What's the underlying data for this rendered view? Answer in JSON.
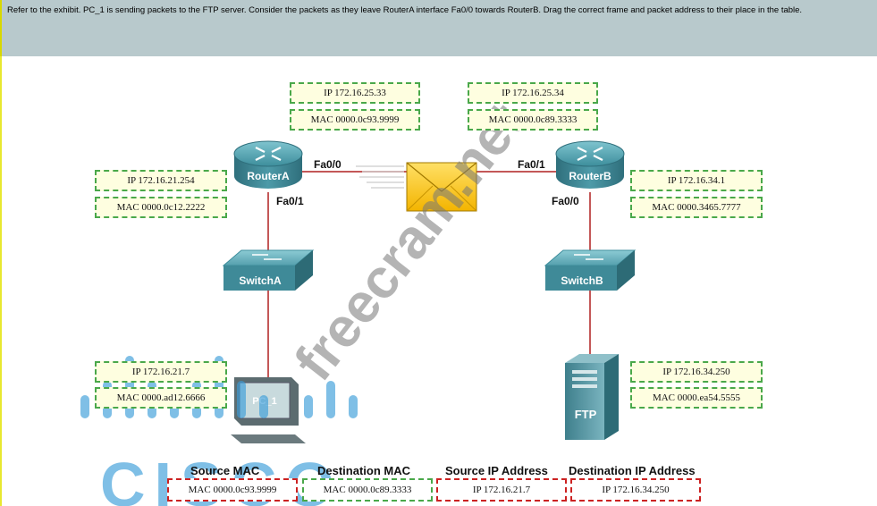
{
  "instructions": "Refer to the exhibit. PC_1 is sending packets to the FTP server. Consider the packets as they leave RouterA interface Fa0/0 towards RouterB. Drag the correct frame and packet address to their place in the table.",
  "routerA": {
    "name": "RouterA",
    "fa00": "Fa0/0",
    "fa01": "Fa0/1",
    "fa00_ip": "IP 172.16.25.33",
    "fa00_mac": "MAC 0000.0c93.9999",
    "fa01_ip": "IP 172.16.21.254",
    "fa01_mac": "MAC 0000.0c12.2222"
  },
  "routerB": {
    "name": "RouterB",
    "fa01": "Fa0/1",
    "fa00": "Fa0/0",
    "fa01_ip": "IP 172.16.25.34",
    "fa01_mac": "MAC 0000.0c89.3333",
    "fa00_ip": "IP 172.16.34.1",
    "fa00_mac": "MAC 0000.3465.7777"
  },
  "switchA": {
    "name": "SwitchA"
  },
  "switchB": {
    "name": "SwitchB"
  },
  "pc1": {
    "name": "PC_1",
    "ip": "IP 172.16.21.7",
    "mac": "MAC 0000.ad12.6666"
  },
  "ftp": {
    "name": "FTP",
    "ip": "IP 172.16.34.250",
    "mac": "MAC 0000.ea54.5555"
  },
  "table": {
    "headers": [
      "Source MAC",
      "Destination MAC",
      "Source IP Address",
      "Destination IP Address"
    ],
    "values": [
      "MAC 0000.0c93.9999",
      "MAC 0000.0c89.3333",
      "IP 172.16.21.7",
      "IP 172.16.34.250"
    ]
  },
  "watermark": {
    "text": "freecram.net",
    "logo": "CISCO"
  },
  "colors": {
    "header_bg": "#b8c9cc",
    "address_border": "#4aa84a",
    "slot_border": "#cc2222",
    "link": "#b02020",
    "device": "#3f8a98",
    "cisco_logo": "#3a9cd8"
  }
}
